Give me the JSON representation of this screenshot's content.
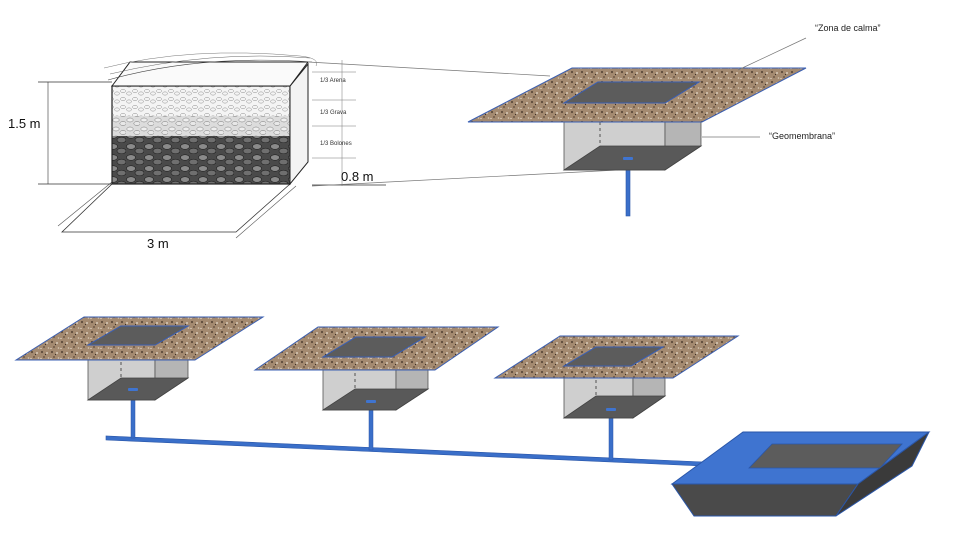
{
  "dimensions": {
    "height": "1.5 m",
    "width": "3 m",
    "depth": "0.8 m"
  },
  "layers": {
    "sand": "1/3 Arena",
    "gravel": "1/3 Grava",
    "boulders": "1/3 Bolones"
  },
  "callouts": {
    "calm_zone": "“Zona de calma”",
    "geomembrane": "“Geomembrana”"
  },
  "colors": {
    "pipe": "#3a6fc9",
    "water": "#3f74d0",
    "membrane": "#c9c9c9",
    "pit_floor": "#5a5a5a",
    "gravel_surface": "#a48a70"
  }
}
